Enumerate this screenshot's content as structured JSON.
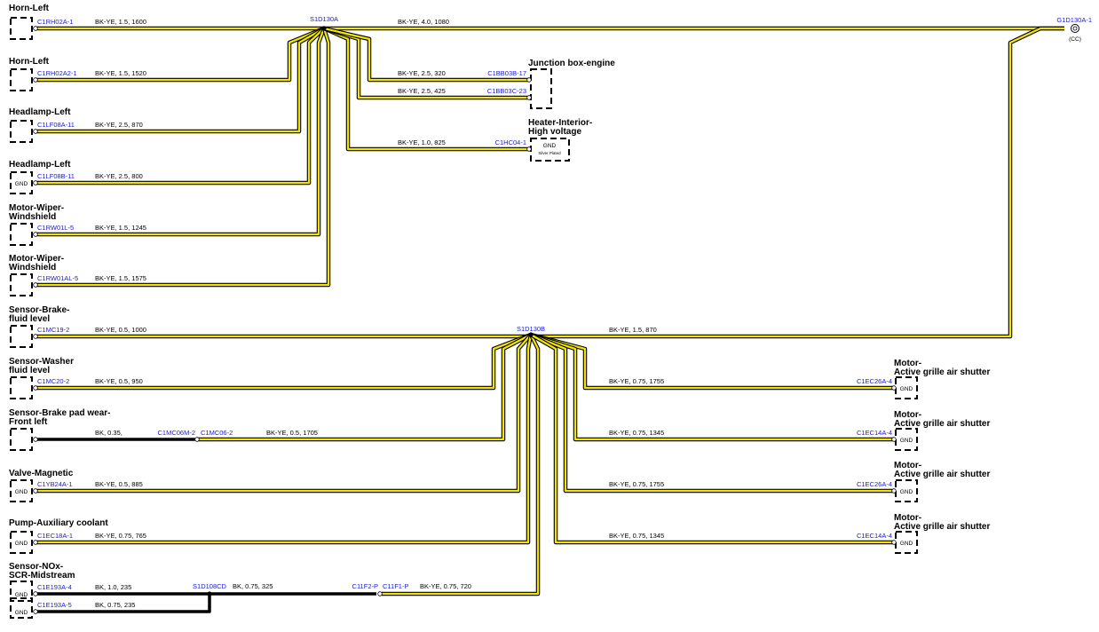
{
  "colors": {
    "wire_fill": "#f2e500",
    "wire_outline": "#000000",
    "connector_text": "#1a1ad4"
  },
  "splices": {
    "a": "S1D130A",
    "b": "S1D130B",
    "cd": "S1D108CD"
  },
  "ground_point": {
    "id": "G1D130A-1",
    "note": "(CC)"
  },
  "left_components": [
    {
      "title": [
        "Horn-Left"
      ],
      "connector": "C1RH02A-1",
      "wire": "BK-YE,  1.5,  1600",
      "gnd": false
    },
    {
      "title": [
        "Horn-Left"
      ],
      "connector": "C1RH02A2-1",
      "wire": "BK-YE,  1.5,  1520",
      "gnd": false
    },
    {
      "title": [
        "Headlamp-Left"
      ],
      "connector": "C1LF08A-11",
      "wire": "BK-YE,  2.5,  870",
      "gnd": false
    },
    {
      "title": [
        "Headlamp-Left"
      ],
      "connector": "C1LF08B-11",
      "wire": "BK-YE,  2.5,  800",
      "gnd": true
    },
    {
      "title": [
        "Motor-Wiper-",
        "Windshield"
      ],
      "connector": "C1RW01L-5",
      "wire": "BK-YE,  1.5,  1245",
      "gnd": false
    },
    {
      "title": [
        "Motor-Wiper-",
        "Windshield"
      ],
      "connector": "C1RW01AL-5",
      "wire": "BK-YE,  1.5,  1575",
      "gnd": false
    },
    {
      "title": [
        "Sensor-Brake-",
        "fluid level"
      ],
      "connector": "C1MC19-2",
      "wire": "BK-YE,  0.5,  1000",
      "gnd": false
    },
    {
      "title": [
        "Sensor-Washer",
        "fluid level"
      ],
      "connector": "C1MC20-2",
      "wire": "BK-YE,  0.5,  950",
      "gnd": false
    },
    {
      "title": [
        "Sensor-Brake pad wear-",
        "Front left"
      ],
      "connector": "",
      "wire": "BK,  0.35,",
      "gnd": false
    },
    {
      "title": [
        "Valve-Magnetic"
      ],
      "connector": "C1YB24A-1",
      "wire": "BK-YE,  0.5,  885",
      "gnd": true
    },
    {
      "title": [
        "Pump-Auxiliary coolant"
      ],
      "connector": "C1EC18A-1",
      "wire": "BK-YE,  0.75,  765",
      "gnd": true
    },
    {
      "title": [
        "Sensor-NOx-",
        "SCR-Midstream"
      ],
      "connector": "C1E193A-4",
      "wire": "BK,  1.0,  235",
      "gnd": true
    },
    {
      "title": [],
      "connector": "C1E193A-5",
      "wire": "BK,  0.75,  235",
      "gnd": true
    }
  ],
  "inline": {
    "brake_pad": {
      "left": "C1MC06M-2",
      "right": "C1MC06-2",
      "wire_after": "BK-YE,  0.5,  1705"
    },
    "nox": {
      "wire_after_splice": "BK,  0.75,  325",
      "left": "C11F2-P",
      "right": "C11F1-P",
      "wire_after": "BK-YE,  0.75,  720"
    }
  },
  "junction_box": {
    "title": [
      "Junction box-engine"
    ],
    "pins": [
      {
        "connector": "C1BB03B-17",
        "wire": "BK-YE,  2.5,  320"
      },
      {
        "connector": "C1BB03C-23",
        "wire": "BK-YE,  2.5,  425"
      }
    ]
  },
  "heater": {
    "title": [
      "Heater-Interior-",
      "High voltage"
    ],
    "connector": "C1HC04-1",
    "wire": "BK-YE,  1.0,  825",
    "gnd_label": "GND",
    "gnd_sub": "Silver Plated"
  },
  "trunk_a": {
    "wire": "BK-YE,  4.0,  1080"
  },
  "trunk_b": {
    "wire": "BK-YE,  1.5,  870"
  },
  "gnd_label": "GND",
  "right_components": [
    {
      "title": [
        "Motor-",
        "Active grille air shutter"
      ],
      "connector": "C1EC26A-4",
      "wire": "BK-YE,  0.75,  1755"
    },
    {
      "title": [
        "Motor-",
        "Active grille air shutter"
      ],
      "connector": "C1EC14A-4",
      "wire": "BK-YE,  0.75,  1345"
    },
    {
      "title": [
        "Motor-",
        "Active grille air shutter"
      ],
      "connector": "C1EC26A-4",
      "wire": "BK-YE,  0.75,  1755"
    },
    {
      "title": [
        "Motor-",
        "Active grille air shutter"
      ],
      "connector": "C1EC14A-4",
      "wire": "BK-YE,  0.75,  1345"
    }
  ]
}
